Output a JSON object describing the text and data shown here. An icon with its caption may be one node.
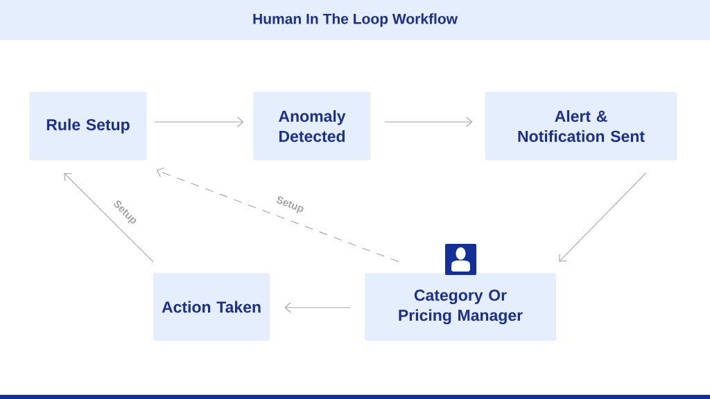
{
  "diagram": {
    "title": "Human In The Loop Workflow",
    "nodes": [
      {
        "text": [
          "Rule Setup"
        ]
      },
      {
        "text": [
          "Anomaly Detected"
        ]
      },
      {
        "text": [
          "Alert & Notification Sent"
        ]
      },
      {
        "text": [
          "Action Taken"
        ]
      },
      {
        "text": [
          "Category Or Pricing Manager"
        ]
      }
    ],
    "edges": [
      {
        "from": 0,
        "to": 1,
        "arrow": "to"
      },
      {
        "from": 1,
        "to": 2,
        "arrow": "to"
      },
      {
        "from": 2,
        "to": 4,
        "arrow": "to"
      },
      {
        "from": 4,
        "to": 3,
        "arrow": "to"
      },
      {
        "from": 3,
        "to": 0,
        "arrow": "to",
        "label": "Setup"
      },
      {
        "from": 4,
        "to": 0,
        "arrow": "to",
        "label": "Setup",
        "style": "dashed"
      }
    ]
  }
}
